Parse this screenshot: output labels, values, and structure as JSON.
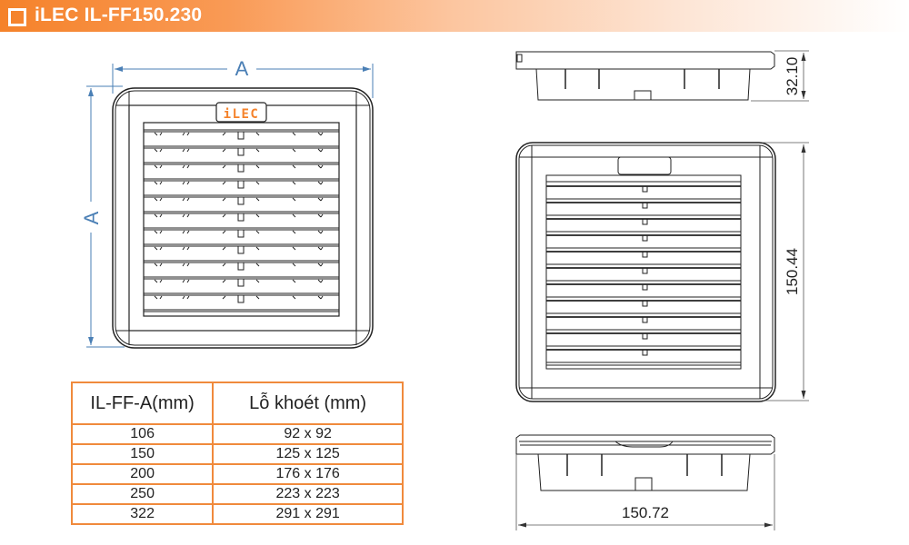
{
  "header": {
    "title": "iLEC IL-FF150.230",
    "icon": "square-outline-icon",
    "gradient_start": "#f5822a",
    "gradient_end": "#ffffff"
  },
  "front_view": {
    "logo_text": "iLEC",
    "logo_color": "#f5822a",
    "dimension_width_label": "A",
    "dimension_height_label": "A",
    "dimension_color": "#4a7fb5",
    "louver_count": 11
  },
  "spec_table": {
    "columns": [
      "IL-FF-A(mm)",
      "Lỗ khoét (mm)"
    ],
    "rows": [
      [
        "106",
        "92 x 92"
      ],
      [
        "150",
        "125 x 125"
      ],
      [
        "200",
        "176 x 176"
      ],
      [
        "250",
        "223 x 223"
      ],
      [
        "322",
        "291 x 291"
      ]
    ],
    "border_color": "#f08a3c"
  },
  "technical_views": {
    "side_view_top": {
      "dimension": "32.10"
    },
    "front_view": {
      "dimension": "150.44",
      "louver_count": 11
    },
    "side_view_bottom": {
      "dimension": "150.72"
    }
  }
}
